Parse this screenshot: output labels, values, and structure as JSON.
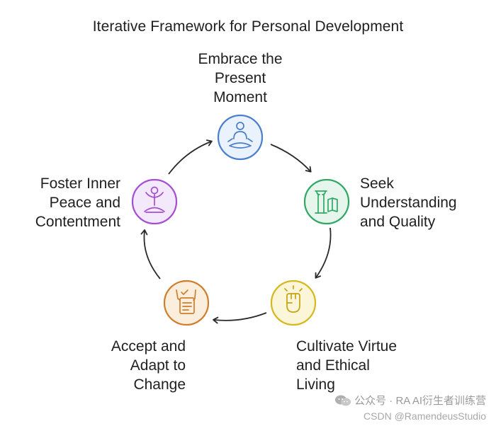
{
  "title": "Iterative Framework for Personal Development",
  "steps": [
    {
      "label": "Embrace the\nPresent\nMoment",
      "icon": "meditating-person-icon",
      "color": "#4a7fd0",
      "fill": "#eaf2fd"
    },
    {
      "label": "Seek\nUnderstanding\nand Quality",
      "icon": "column-book-icon",
      "color": "#2fa866",
      "fill": "#e6f6ec"
    },
    {
      "label": "Cultivate Virtue\nand Ethical\nLiving",
      "icon": "raised-fist-icon",
      "color": "#d6b81f",
      "fill": "#fbf6d8"
    },
    {
      "label": "Accept and\nAdapt to\nChange",
      "icon": "checklist-icon",
      "color": "#cf7f2c",
      "fill": "#fbeedd"
    },
    {
      "label": "Foster Inner\nPeace and\nContentment",
      "icon": "yoga-pose-icon",
      "color": "#a44fd3",
      "fill": "#f4e8fb"
    }
  ],
  "watermark": {
    "line1": "公众号 · RA AI衍生者训练营",
    "line2": "CSDN @RamendeusStudio"
  }
}
